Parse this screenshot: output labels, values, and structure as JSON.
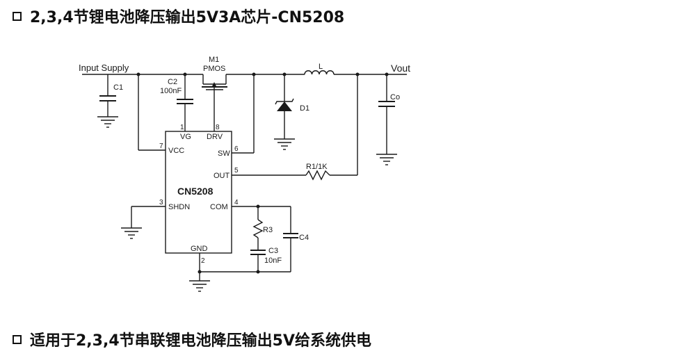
{
  "headings": {
    "top": "2,3,4节锂电池降压输出5V3A芯片-CN5208",
    "bottom": "适用于2,3,4节串联锂电池降压输出5V给系统供电"
  },
  "schematic": {
    "input_label": "Input Supply",
    "output_label": "Vout",
    "ic": {
      "name": "CN5208",
      "pins": {
        "vg": {
          "label": "VG",
          "number": "1"
        },
        "drv": {
          "label": "DRV",
          "number": "8"
        },
        "vcc": {
          "label": "VCC",
          "number": "7"
        },
        "sw": {
          "label": "SW",
          "number": "6"
        },
        "out": {
          "label": "OUT",
          "number": "5"
        },
        "shdn": {
          "label": "SHDN",
          "number": "3"
        },
        "com": {
          "label": "COM",
          "number": "4"
        },
        "gnd": {
          "label": "GND",
          "number": "2"
        }
      }
    },
    "components": {
      "c1": "C1",
      "c2": "C2",
      "c2_value": "100nF",
      "m1": "M1",
      "m1_type": "PMOS",
      "l": "L",
      "d1": "D1",
      "co": "Co",
      "r1": "R1/1K",
      "r3": "R3",
      "c3": "C3",
      "c3_value": "10nF",
      "c4": "C4"
    }
  }
}
